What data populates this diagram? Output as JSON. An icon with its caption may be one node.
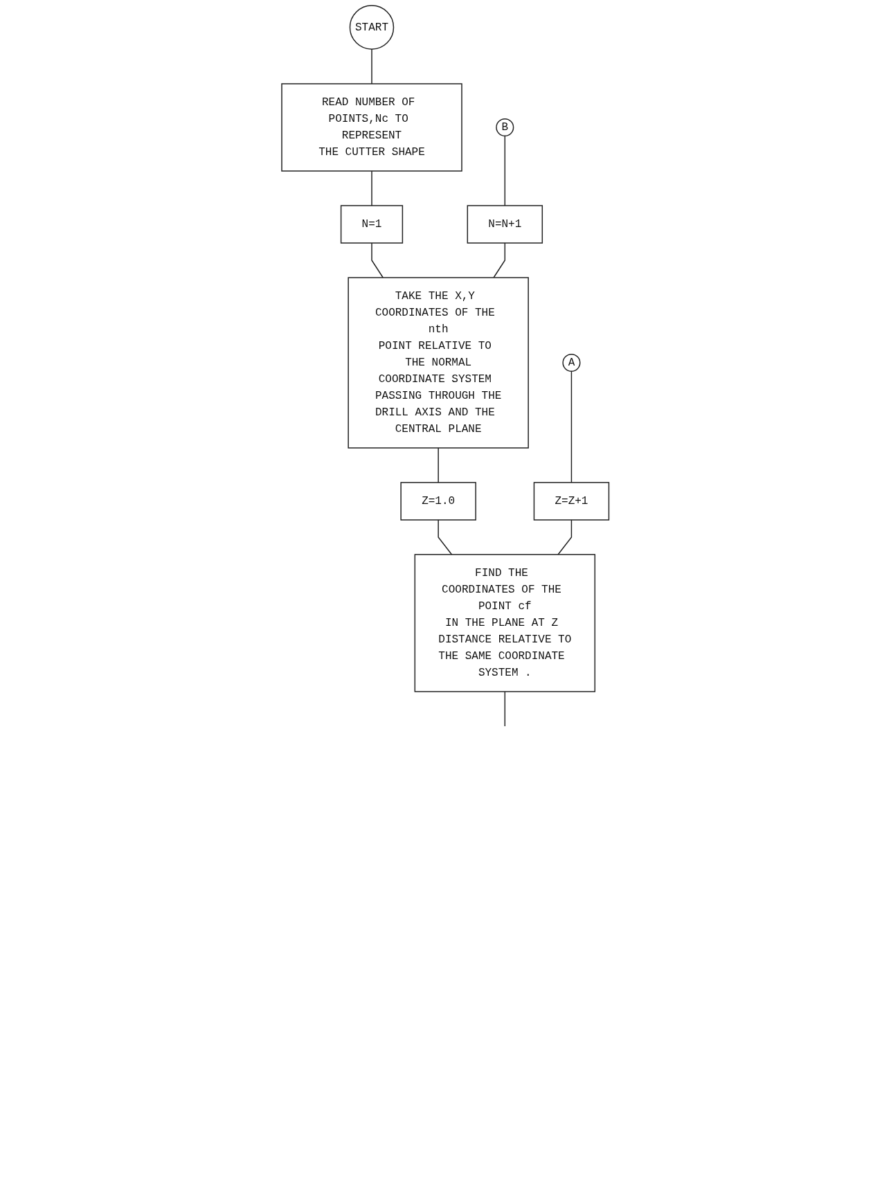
{
  "diagram": {
    "nodes": [
      {
        "text": [
          "START"
        ]
      },
      {
        "text": [
          "READ NUMBER OF POINTS,Nc TO REPRESENT THE CUTTER SHAPE"
        ]
      },
      {
        "text": [
          "N=1"
        ]
      },
      {
        "text": [
          "N=N+1"
        ]
      },
      {
        "text": [
          "TAKE THE X,Y COORDINATES OF THE nth POINT RELATIVE TO THE NORMAL COORDINATE SYSTEM PASSING THROUGH THE DRILL AXIS AND THE CENTRAL PLANE"
        ]
      },
      {
        "text": [
          "Z=1.0"
        ]
      },
      {
        "text": [
          "Z=Z+1"
        ]
      },
      {
        "text": [
          "FIND THE COORDINATES OF THE POINT cf IN THE PLANE AT Z DISTANCE RELATIVE TO THE SAME COORDINATE SYSTEM ."
        ]
      },
      {
        "text": [
          "A"
        ]
      },
      {
        "text": [
          "B"
        ]
      }
    ],
    "edges": [
      {
        "from": 0,
        "to": 1,
        "arrow": "none"
      },
      {
        "from": 1,
        "to": 2,
        "arrow": "none"
      },
      {
        "from": 2,
        "to": 4,
        "arrow": "none"
      },
      {
        "from": 3,
        "to": 4,
        "arrow": "none"
      },
      {
        "from": 9,
        "to": 3,
        "arrow": "none"
      },
      {
        "from": 4,
        "to": 5,
        "arrow": "none"
      },
      {
        "from": 5,
        "to": 7,
        "arrow": "none"
      },
      {
        "from": 6,
        "to": 7,
        "arrow": "none"
      },
      {
        "from": 8,
        "to": 6,
        "arrow": "none"
      },
      {
        "from": 7,
        "to": null,
        "arrow": "none"
      }
    ]
  }
}
